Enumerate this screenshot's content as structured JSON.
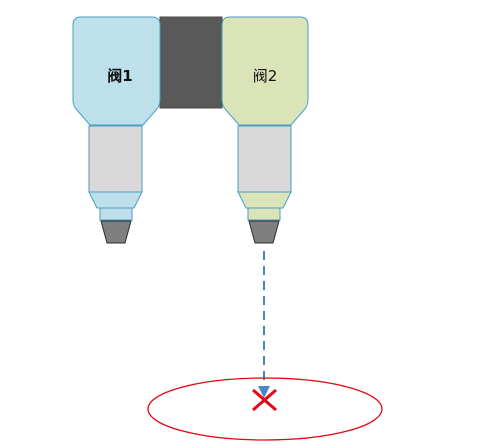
{
  "valves": [
    {
      "label": "阀1",
      "color": "#bde0ea"
    },
    {
      "label": "阀2",
      "color": "#dbe3b9"
    }
  ],
  "connector": {
    "color": "#595959"
  },
  "barrel": {
    "color": "#d9d9d9"
  },
  "nozzle": {
    "color": "#7f7f7f"
  },
  "outline_color": "#4a9ec2",
  "dispense_path": {
    "color": "#4a86c5",
    "style": "dashed-arrow"
  },
  "target": {
    "ellipse_color": "#e30613",
    "marker_icon": "x-mark-icon",
    "marker_color": "#e30613"
  }
}
